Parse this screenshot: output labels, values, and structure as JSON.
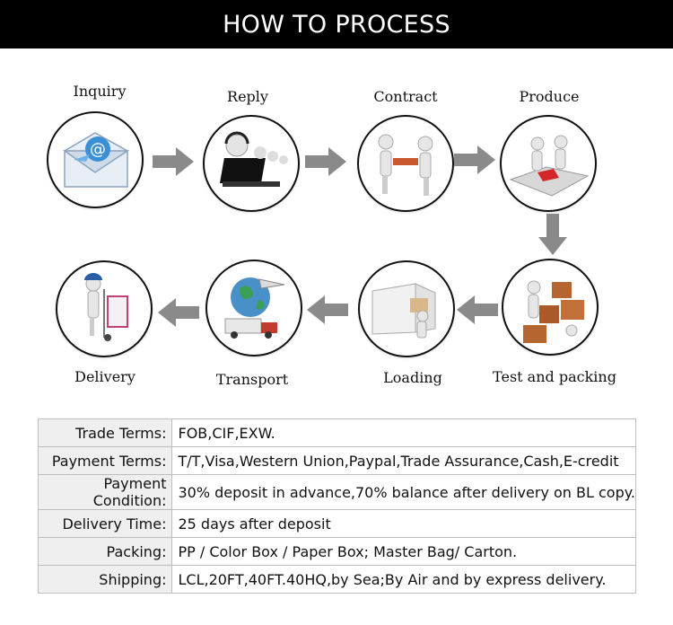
{
  "title": "HOW TO PROCESS",
  "steps": [
    {
      "label": "Inquiry",
      "icon": "email-envelope-icon"
    },
    {
      "label": "Reply",
      "icon": "call-center-laptop-icon"
    },
    {
      "label": "Contract",
      "icon": "handshake-contract-icon"
    },
    {
      "label": "Produce",
      "icon": "puzzle-assembly-icon"
    },
    {
      "label": "Test and packing",
      "icon": "boxes-packing-icon"
    },
    {
      "label": "Loading",
      "icon": "truck-loading-icon"
    },
    {
      "label": "Transport",
      "icon": "globe-airplane-icon"
    },
    {
      "label": "Delivery",
      "icon": "hand-truck-delivery-icon"
    }
  ],
  "terms": [
    {
      "key": "Trade Terms:",
      "value": "FOB,CIF,EXW."
    },
    {
      "key": "Payment Terms:",
      "value": "T/T,Visa,Western Union,Paypal,Trade Assurance,Cash,E-credit"
    },
    {
      "key": "Payment Condition:",
      "value": "30% deposit in advance,70% balance after delivery on BL copy."
    },
    {
      "key": "Delivery Time:",
      "value": "25 days after deposit"
    },
    {
      "key": "Packing:",
      "value": "PP / Color Box / Paper Box; Master Bag/ Carton."
    },
    {
      "key": "Shipping:",
      "value": "LCL,20FT,40FT.40HQ,by Sea;By Air and by express delivery."
    }
  ],
  "colors": {
    "header_bg": "#000000",
    "arrow": "#8a8a8a",
    "key_cell_bg": "#efefef",
    "border": "#bdbdbd"
  }
}
